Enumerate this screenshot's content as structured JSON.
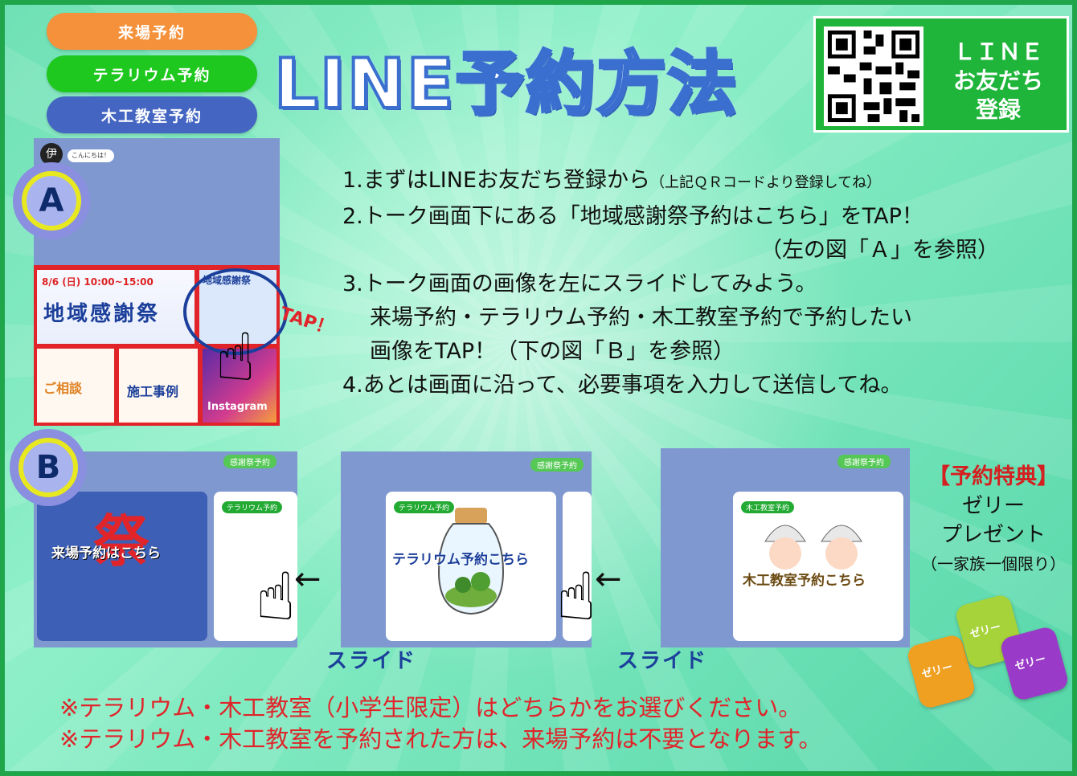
{
  "buttons": {
    "venue": "来場予約",
    "terrarium": "テラリウム予約",
    "woodwork": "木工教室予約"
  },
  "title": "LINE予約方法",
  "qr": {
    "label_line1": "ＬＩＮＥ",
    "label_line2": "お友だち",
    "label_line3": "登録"
  },
  "badges": {
    "a": "A",
    "b": "B"
  },
  "phone_a": {
    "bubble": "こんにちは！",
    "avatar": "伊",
    "tile_fest_date": "8/6 (日) 10:00~15:00",
    "tile_fest_name": "地域感謝祭",
    "tile_thanks": "地域感謝祭",
    "tile_consult": "ご相談",
    "tile_work": "施工事例",
    "tile_insta": "Instagram",
    "tap": "TAP！"
  },
  "steps": {
    "s1": "1.まずはLINEお友だち登録から",
    "s1_note": "（上記ＱＲコードより登録してね）",
    "s2": "2.トーク画面下にある「地域感謝祭予約はこちら」をTAP！",
    "s2_ref": "（左の図「Ａ」を参照）",
    "s3": "3.トーク画面の画像を左にスライドしてみよう。",
    "s3_l2": "来場予約・テラリウム予約・木工教室予約で予約したい",
    "s3_l3": "画像をTAP！（下の図「Ｂ」を参照）",
    "s4": "4.あとは画面に沿って、必要事項を入力して送信してね。"
  },
  "screens": {
    "tag": "感謝祭予約",
    "card_venue_title": "来場予約はこちら",
    "card_terra_tag": "テラリウム予約",
    "card_terra_title": "テラリウム予約こちら",
    "card_wood_tag": "木工教室予約",
    "card_wood_title": "木工教室予約こちら",
    "kanji": "祭",
    "slide": "スライド",
    "arrow": "←"
  },
  "perk": {
    "title": "【予約特典】",
    "line1": "ゼリー",
    "line2": "プレゼント",
    "note": "（一家族一個限り）",
    "jelly": "ゼリー"
  },
  "notes": {
    "n1": "※テラリウム・木工教室（小学生限定）はどちらかをお選びください。",
    "n2": "※テラリウム・木工教室を予約された方は、来場予約は不要となります。"
  },
  "colors": {
    "orange": "#f5913a",
    "green": "#1ec81e",
    "blue": "#4466c2",
    "red": "#e0242a",
    "frame": "#1fa64a"
  }
}
